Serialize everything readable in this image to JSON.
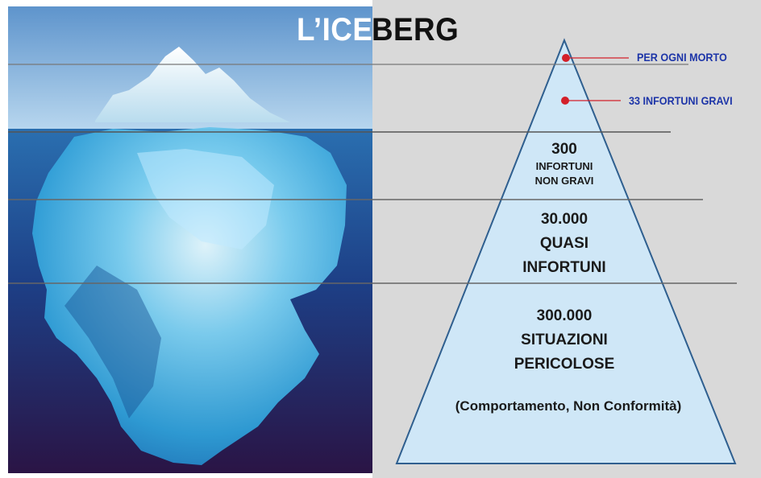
{
  "title": {
    "part_light": "L’ICE",
    "part_dark": "BERG"
  },
  "callouts": {
    "top": "PER OGNI MORTO",
    "second": "33 INFORTUNI GRAVI"
  },
  "pyramid": {
    "level3": {
      "number": "300",
      "line1": "INFORTUNI",
      "line2": "NON GRAVI"
    },
    "level4": {
      "number": "30.000",
      "line1": "QUASI",
      "line2": "INFORTUNI"
    },
    "level5": {
      "number": "300.000",
      "line1": "SITUAZIONI",
      "line2": "PERICOLOSE",
      "note": "(Comportamento, Non Conformità)"
    }
  },
  "colors": {
    "pyramid_fill": "#cfe7f7",
    "pyramid_stroke": "#2f5f8f",
    "background_right": "#d9d9d9",
    "callout_text": "#1d35a8",
    "callout_dot": "#d3202a"
  }
}
